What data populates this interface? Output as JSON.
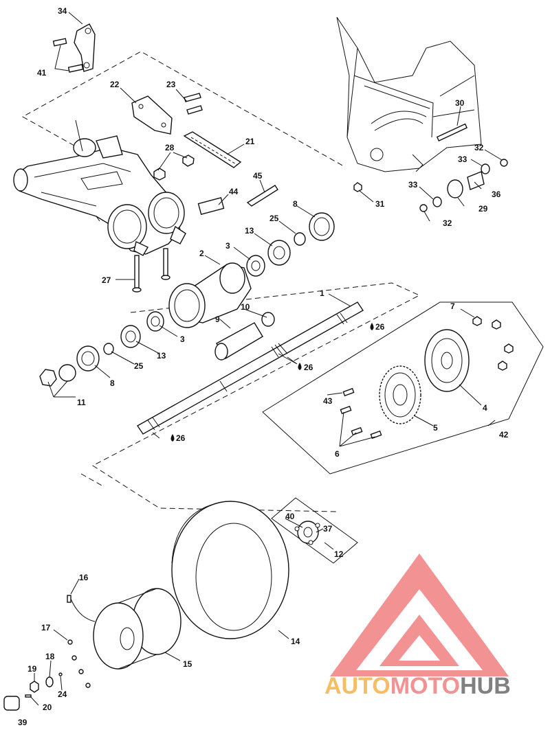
{
  "callouts": [
    {
      "id": "c34",
      "text": "34"
    },
    {
      "id": "c41",
      "text": "41"
    },
    {
      "id": "c22",
      "text": "22"
    },
    {
      "id": "c23",
      "text": "23"
    },
    {
      "id": "c28",
      "text": "28"
    },
    {
      "id": "c21",
      "text": "21"
    },
    {
      "id": "c45",
      "text": "45"
    },
    {
      "id": "c44",
      "text": "44"
    },
    {
      "id": "c8a",
      "text": "8"
    },
    {
      "id": "c25a",
      "text": "25"
    },
    {
      "id": "c13a",
      "text": "13"
    },
    {
      "id": "c3a",
      "text": "3"
    },
    {
      "id": "c2",
      "text": "2"
    },
    {
      "id": "c27",
      "text": "27"
    },
    {
      "id": "c30",
      "text": "30"
    },
    {
      "id": "c32a",
      "text": "32"
    },
    {
      "id": "c33a",
      "text": "33"
    },
    {
      "id": "c36",
      "text": "36"
    },
    {
      "id": "c33b",
      "text": "33"
    },
    {
      "id": "c31",
      "text": "31"
    },
    {
      "id": "c29",
      "text": "29"
    },
    {
      "id": "c32b",
      "text": "32"
    },
    {
      "id": "c1",
      "text": "1"
    },
    {
      "id": "c26a",
      "text": "26"
    },
    {
      "id": "c10",
      "text": "10"
    },
    {
      "id": "c9",
      "text": "9"
    },
    {
      "id": "c3b",
      "text": "3"
    },
    {
      "id": "c13b",
      "text": "13"
    },
    {
      "id": "c25b",
      "text": "25"
    },
    {
      "id": "c26b",
      "text": "26"
    },
    {
      "id": "c8b",
      "text": "8"
    },
    {
      "id": "c11",
      "text": "11"
    },
    {
      "id": "c7",
      "text": "7"
    },
    {
      "id": "c43",
      "text": "43"
    },
    {
      "id": "c4",
      "text": "4"
    },
    {
      "id": "c5",
      "text": "5"
    },
    {
      "id": "c42",
      "text": "42"
    },
    {
      "id": "c6",
      "text": "6"
    },
    {
      "id": "c26c",
      "text": "26"
    },
    {
      "id": "c40",
      "text": "40"
    },
    {
      "id": "c37",
      "text": "37"
    },
    {
      "id": "c12",
      "text": "12"
    },
    {
      "id": "c16",
      "text": "16"
    },
    {
      "id": "c14",
      "text": "14"
    },
    {
      "id": "c17",
      "text": "17"
    },
    {
      "id": "c15",
      "text": "15"
    },
    {
      "id": "c19",
      "text": "19"
    },
    {
      "id": "c18",
      "text": "18"
    },
    {
      "id": "c24",
      "text": "24"
    },
    {
      "id": "c20",
      "text": "20"
    },
    {
      "id": "c39",
      "text": "39"
    }
  ],
  "watermark": {
    "word_a": "AUTO",
    "word_b": "MOTO",
    "word_c": "HUB",
    "color_light": "#f6b24b",
    "color_red": "#f08080",
    "color_dark": "#6b6b6b"
  }
}
